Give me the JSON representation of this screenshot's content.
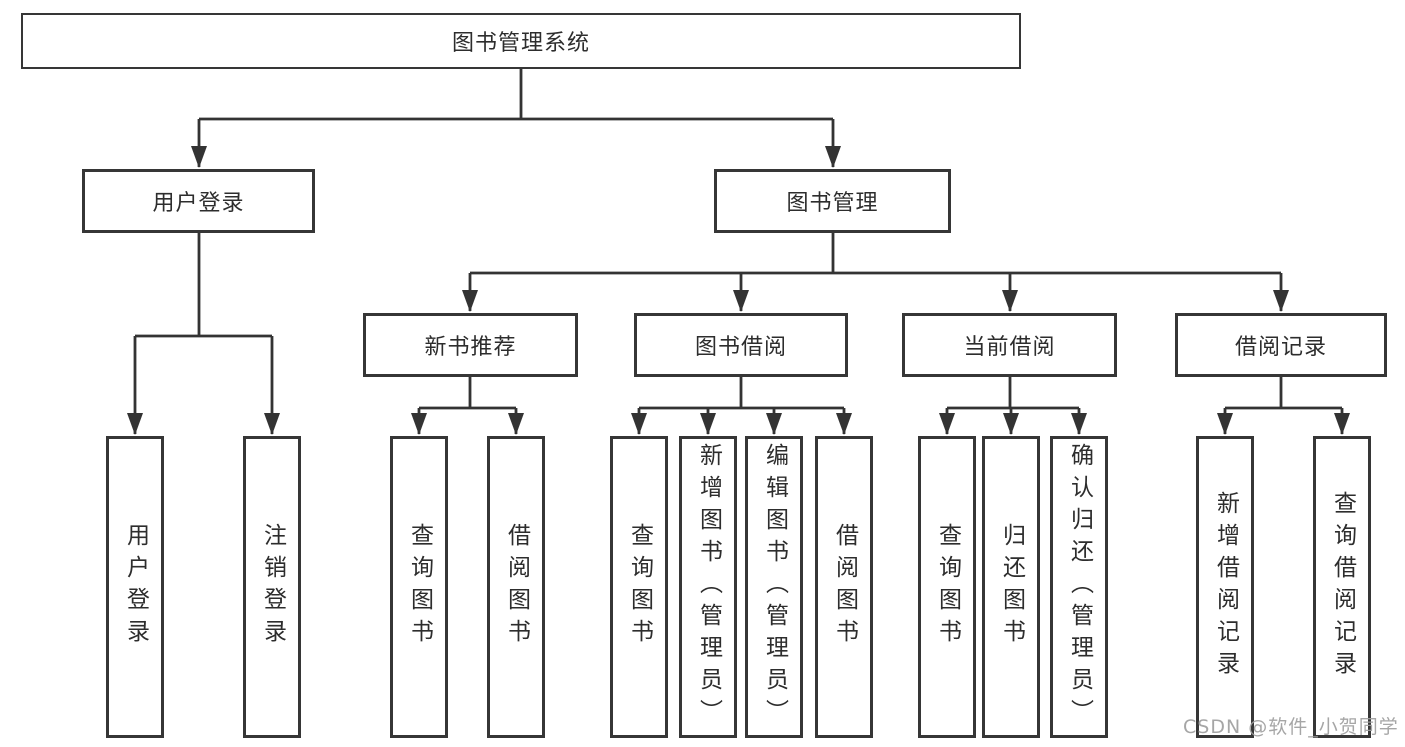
{
  "diagram": {
    "title": "图书管理系统",
    "watermark": "CSDN @软件_小贺同学",
    "colors": {
      "background": "#ffffff",
      "border": "#363636",
      "line": "#333333",
      "text": "#2d2d2d",
      "watermark": "#9e9e9e"
    },
    "nodes": {
      "root": {
        "label": "图书管理系统"
      },
      "user_login_branch": {
        "label": "用户登录"
      },
      "book_mgmt_branch": {
        "label": "图书管理"
      },
      "new_book_module": {
        "label": "新书推荐"
      },
      "borrow_module": {
        "label": "图书借阅"
      },
      "current_module": {
        "label": "当前借阅"
      },
      "records_module": {
        "label": "借阅记录"
      },
      "leaf_user_login": {
        "label": "用户登录"
      },
      "leaf_logout": {
        "label": "注销登录"
      },
      "leaf_nb_query": {
        "label": "查询图书"
      },
      "leaf_nb_borrow": {
        "label": "借阅图书"
      },
      "leaf_bb_query": {
        "label": "查询图书"
      },
      "leaf_bb_add": {
        "label": "新增图书（管理员）"
      },
      "leaf_bb_edit": {
        "label": "编辑图书（管理员）"
      },
      "leaf_bb_borrow": {
        "label": "借阅图书"
      },
      "leaf_cb_query": {
        "label": "查询图书"
      },
      "leaf_cb_return": {
        "label": "归还图书"
      },
      "leaf_cb_confirm": {
        "label": "确认归还（管理员）"
      },
      "leaf_br_add": {
        "label": "新增借阅记录"
      },
      "leaf_br_query": {
        "label": "查询借阅记录"
      }
    },
    "hierarchy": {
      "图书管理系统": {
        "用户登录": [
          "用户登录",
          "注销登录"
        ],
        "图书管理": {
          "新书推荐": [
            "查询图书",
            "借阅图书"
          ],
          "图书借阅": [
            "查询图书",
            "新增图书（管理员）",
            "编辑图书（管理员）",
            "借阅图书"
          ],
          "当前借阅": [
            "查询图书",
            "归还图书",
            "确认归还（管理员）"
          ],
          "借阅记录": [
            "新增借阅记录",
            "查询借阅记录"
          ]
        }
      }
    }
  }
}
